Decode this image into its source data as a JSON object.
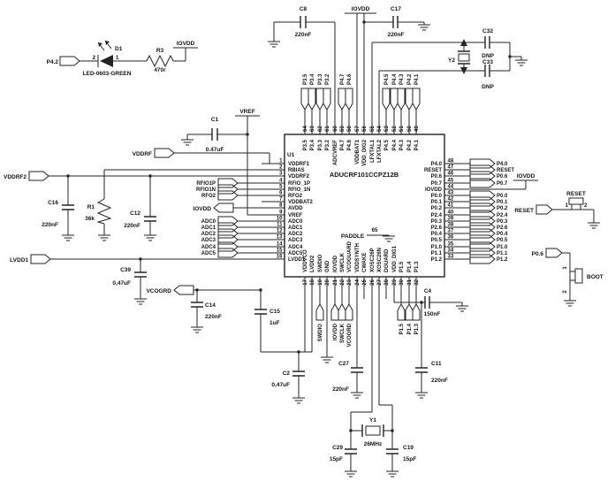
{
  "schematic": {
    "ic": {
      "refdes": "U1",
      "part_number": "ADUCRF101CCPZ12B",
      "paddle": {
        "label": "PADDLE",
        "pin": "65"
      },
      "left_pins": [
        {
          "num": "1",
          "name": "VDDRF1"
        },
        {
          "num": "2",
          "name": "RBIAS"
        },
        {
          "num": "3",
          "name": "VDDRF2"
        },
        {
          "num": "4",
          "name": "RFIO_1P"
        },
        {
          "num": "5",
          "name": "RFIO_1N"
        },
        {
          "num": "6",
          "name": "RFO2"
        },
        {
          "num": "7",
          "name": "VDDBAT2"
        },
        {
          "num": "8",
          "name": "AVDD"
        },
        {
          "num": "9",
          "name": "VREF"
        },
        {
          "num": "10",
          "name": "ADC0"
        },
        {
          "num": "11",
          "name": "ADC1"
        },
        {
          "num": "12",
          "name": "ADC2"
        },
        {
          "num": "13",
          "name": "ADC3"
        },
        {
          "num": "14",
          "name": "ADC4"
        },
        {
          "num": "15",
          "name": "ADC5"
        },
        {
          "num": "16",
          "name": "LVDD1"
        }
      ],
      "top_pins": [
        {
          "num": "64",
          "name": "P3.5"
        },
        {
          "num": "63",
          "name": "P3.4"
        },
        {
          "num": "62",
          "name": "P3.3"
        },
        {
          "num": "61",
          "name": "P3.2"
        },
        {
          "num": "60",
          "name": "ADCVREF"
        },
        {
          "num": "59",
          "name": "P4.7"
        },
        {
          "num": "58",
          "name": "P4.6"
        },
        {
          "num": "57",
          "name": "VDDBAT1"
        },
        {
          "num": "56",
          "name": "VDD_DIG2"
        },
        {
          "num": "55",
          "name": "LFXTAL1"
        },
        {
          "num": "54",
          "name": "LFXTAL2"
        },
        {
          "num": "53",
          "name": "P4.5"
        },
        {
          "num": "52",
          "name": "P4.4"
        },
        {
          "num": "51",
          "name": "P4.3"
        },
        {
          "num": "50",
          "name": "P4.2"
        },
        {
          "num": "49",
          "name": "P4.1"
        }
      ],
      "bottom_pins": [
        {
          "num": "17",
          "name": "VDDVCO"
        },
        {
          "num": "18",
          "name": "LVDD2"
        },
        {
          "num": "19",
          "name": "SWDIO"
        },
        {
          "num": "20",
          "name": "GND"
        },
        {
          "num": "21",
          "name": "IOVDD"
        },
        {
          "num": "22",
          "name": "SWCLK"
        },
        {
          "num": "23",
          "name": "VCOGUARD"
        },
        {
          "num": "24",
          "name": "VDDSYNTH"
        },
        {
          "num": "25",
          "name": "CWAKE"
        },
        {
          "num": "26",
          "name": "XOSC26P"
        },
        {
          "num": "27",
          "name": "XOSC26N"
        },
        {
          "num": "28",
          "name": "DGUARD"
        },
        {
          "num": "29",
          "name": "VDD_DIG1"
        },
        {
          "num": "30",
          "name": "P1.5"
        },
        {
          "num": "31",
          "name": "P1.4"
        },
        {
          "num": "32",
          "name": "P1.3"
        }
      ],
      "right_pins": [
        {
          "num": "48",
          "name": "P4.0"
        },
        {
          "num": "47",
          "name": "RESET"
        },
        {
          "num": "46",
          "name": "P0.6"
        },
        {
          "num": "45",
          "name": "P0.7"
        },
        {
          "num": "44",
          "name": "IOVDD"
        },
        {
          "num": "43",
          "name": "P0.0"
        },
        {
          "num": "42",
          "name": "P0.1"
        },
        {
          "num": "41",
          "name": "P0.2"
        },
        {
          "num": "40",
          "name": "P2.4"
        },
        {
          "num": "39",
          "name": "P0.3"
        },
        {
          "num": "38",
          "name": "P2.6"
        },
        {
          "num": "37",
          "name": "P0.4"
        },
        {
          "num": "36",
          "name": "P0.5"
        },
        {
          "num": "35",
          "name": "P1.0"
        },
        {
          "num": "34",
          "name": "P1.1"
        },
        {
          "num": "33",
          "name": "P1.2"
        }
      ]
    },
    "led_circuit": {
      "net": "P4.2",
      "diode_ref": "D1",
      "diode_part": "LED-0603-GREEN",
      "anode_pin": "2",
      "cathode_pin": "1",
      "resistor_ref": "R3",
      "resistor_value": "470r",
      "power_net": "IOVDD"
    },
    "power_flags": {
      "iovdd_top": "IOVDD",
      "vref": "VREF",
      "iovdd_right": "IOVDD"
    },
    "capacitors": {
      "c1": {
        "ref": "C1",
        "value": "0.47uF"
      },
      "c8": {
        "ref": "C8",
        "value": "220nF"
      },
      "c17": {
        "ref": "C17",
        "value": "220nF"
      },
      "c32": {
        "ref": "C32",
        "value": "DNP"
      },
      "c33": {
        "ref": "C33",
        "value": "DNP"
      },
      "c16": {
        "ref": "C16",
        "value": "220nF"
      },
      "c12": {
        "ref": "C12",
        "value": "220nF"
      },
      "c39": {
        "ref": "C39",
        "value": "0,47uF"
      },
      "c14": {
        "ref": "C14",
        "value": "220nF"
      },
      "c15": {
        "ref": "C15",
        "value": "1uF"
      },
      "c2": {
        "ref": "C2",
        "value": "0,47uF"
      },
      "c27": {
        "ref": "C27",
        "value": "220nF"
      },
      "c11": {
        "ref": "C11",
        "value": "220nF"
      },
      "c4": {
        "ref": "C4",
        "value": "150nF"
      },
      "c29": {
        "ref": "C29",
        "value": "15pF"
      },
      "c19": {
        "ref": "C19",
        "value": "15pF"
      }
    },
    "resistors": {
      "r1": {
        "ref": "R1",
        "value": "36k"
      }
    },
    "crystals": {
      "y1": {
        "ref": "Y1",
        "value": "26MHz"
      },
      "y2": {
        "ref": "Y2"
      }
    },
    "buttons": {
      "reset": {
        "label": "RESET",
        "pin1": "1",
        "pin2": "2"
      },
      "boot": {
        "label": "BOOT",
        "pin1": "1",
        "pin2": "2"
      }
    },
    "net_flags": {
      "top": [
        "P3.5",
        "P3.4",
        "P3.3",
        "P3.2",
        "P4.7",
        "P4.6",
        "P4.5",
        "P4.4",
        "P4.3",
        "P4.2",
        "P4.1"
      ],
      "bottom": [
        "SWDIO",
        "IOVDD",
        "SWCLK",
        "VCOGRD",
        "P1.5",
        "P1.4",
        "P1.3"
      ],
      "right": [
        "P4.0",
        "RESET",
        "P0.6",
        "P0.7",
        "P0.0",
        "P0.1",
        "P0.2",
        "P2.4",
        "P0.3",
        "P2.6",
        "P0.4",
        "P0.5",
        "P1.0",
        "P1.1",
        "P1.2"
      ],
      "rf": [
        "RFIO1P",
        "RFIO1N",
        "RFO2"
      ],
      "adc": [
        "ADC0",
        "ADC1",
        "ADC2",
        "ADC3",
        "ADC4",
        "ADC5"
      ],
      "vddrf": "VDDRF",
      "vddrf2": "VDDRF2",
      "lvdd1": "LVDD1",
      "iovdd_avdd": "IOVDD",
      "vcogrd": "VCOGRD",
      "reset": "RESET",
      "p06": "P0.6"
    }
  }
}
